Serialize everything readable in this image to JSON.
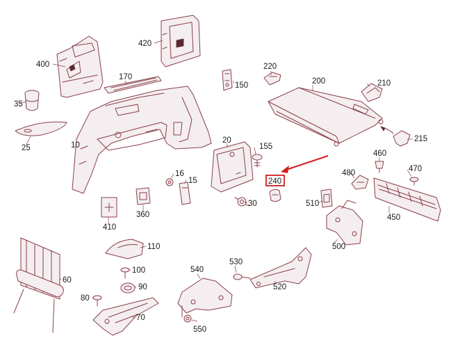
{
  "diagram": {
    "accent_color": "#d21e1e",
    "line_color": "#8a3e48",
    "highlighted_part": "240",
    "parts": [
      {
        "id": "p400",
        "label": "400"
      },
      {
        "id": "p420",
        "label": "420"
      },
      {
        "id": "p170",
        "label": "170"
      },
      {
        "id": "p35",
        "label": "35"
      },
      {
        "id": "p10",
        "label": "10"
      },
      {
        "id": "p25",
        "label": "25"
      },
      {
        "id": "p220",
        "label": "220"
      },
      {
        "id": "p150",
        "label": "150"
      },
      {
        "id": "p200",
        "label": "200"
      },
      {
        "id": "p210",
        "label": "210"
      },
      {
        "id": "p215",
        "label": "215"
      },
      {
        "id": "p20",
        "label": "20"
      },
      {
        "id": "p155",
        "label": "155"
      },
      {
        "id": "p240",
        "label": "240"
      },
      {
        "id": "p460",
        "label": "460"
      },
      {
        "id": "p480",
        "label": "480"
      },
      {
        "id": "p470",
        "label": "470"
      },
      {
        "id": "p16",
        "label": "16"
      },
      {
        "id": "p15",
        "label": "15"
      },
      {
        "id": "p30",
        "label": "30"
      },
      {
        "id": "p510",
        "label": "510"
      },
      {
        "id": "p450",
        "label": "450"
      },
      {
        "id": "p410",
        "label": "410"
      },
      {
        "id": "p360",
        "label": "360"
      },
      {
        "id": "p500",
        "label": "500"
      },
      {
        "id": "p110",
        "label": "110"
      },
      {
        "id": "p60",
        "label": "60"
      },
      {
        "id": "p100",
        "label": "100"
      },
      {
        "id": "p90",
        "label": "90"
      },
      {
        "id": "p80",
        "label": "80"
      },
      {
        "id": "p70",
        "label": "70"
      },
      {
        "id": "p540",
        "label": "540"
      },
      {
        "id": "p530",
        "label": "530"
      },
      {
        "id": "p520",
        "label": "520"
      },
      {
        "id": "p550",
        "label": "550"
      }
    ]
  }
}
